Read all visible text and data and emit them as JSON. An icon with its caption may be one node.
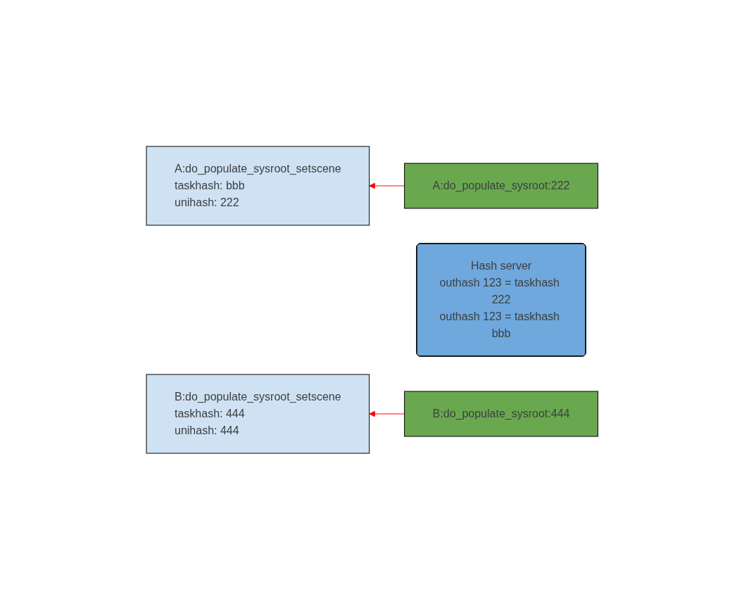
{
  "diagram": {
    "nodes": [
      {
        "text": [
          "A:do_populate_sysroot_setscene",
          "taskhash: bbb",
          "unihash: 222"
        ]
      },
      {
        "text": [
          "A:do_populate_sysroot:222"
        ]
      },
      {
        "text": [
          "Hash server",
          "outhash 123 = taskhash 222",
          "outhash 123 = taskhash bbb"
        ]
      },
      {
        "text": [
          "B:do_populate_sysroot_setscene",
          "taskhash: 444",
          "unihash: 444"
        ]
      },
      {
        "text": [
          "B:do_populate_sysroot:444"
        ]
      }
    ],
    "edges": [
      {
        "from": 1,
        "to": 0,
        "arrow": "to",
        "color": "#ff0000"
      },
      {
        "from": 4,
        "to": 3,
        "arrow": "to",
        "color": "#ff0000"
      }
    ]
  }
}
